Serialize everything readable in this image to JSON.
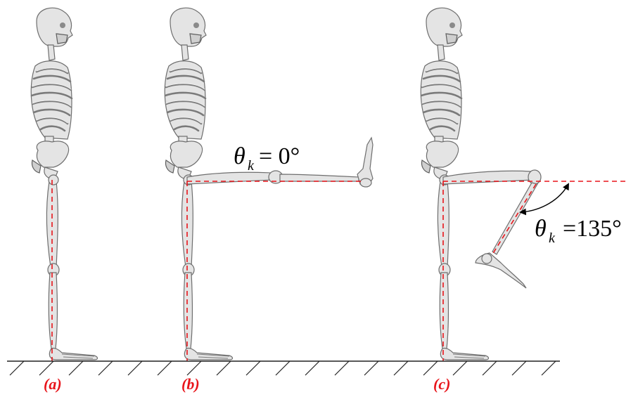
{
  "panels": [
    {
      "caption": "(a)"
    },
    {
      "caption": "(b)",
      "equation": {
        "symbol": "θ",
        "subscript": "k",
        "rhs": "= 0°"
      }
    },
    {
      "caption": "(c)",
      "equation": {
        "symbol": "θ",
        "subscript": "k",
        "rhs": "=135°"
      }
    }
  ],
  "colors": {
    "reference_line": "#e8141a",
    "caption": "#e8141a",
    "bone_fill": "#e4e4e4",
    "bone_outline": "#6e6e6e",
    "ground": "#222222"
  }
}
